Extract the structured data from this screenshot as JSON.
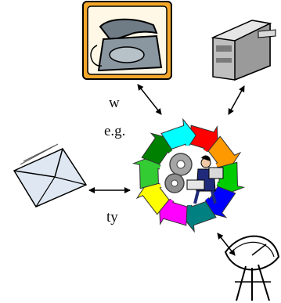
{
  "text_fragments": {
    "line1": "w",
    "line2": "e.g.",
    "line3": "ty"
  },
  "nodes": [
    {
      "name": "telephone-icon"
    },
    {
      "name": "printer-icon"
    },
    {
      "name": "envelope-icon"
    },
    {
      "name": "satellite-dish-icon"
    },
    {
      "name": "central-cycle-icon"
    }
  ],
  "colors": {
    "cycle_arrows": [
      "#ff0000",
      "#ff9900",
      "#00cc00",
      "#0000ff",
      "#008080",
      "#ff00ff",
      "#ffff00",
      "#33cc33",
      "#008000",
      "#00ffff"
    ]
  }
}
